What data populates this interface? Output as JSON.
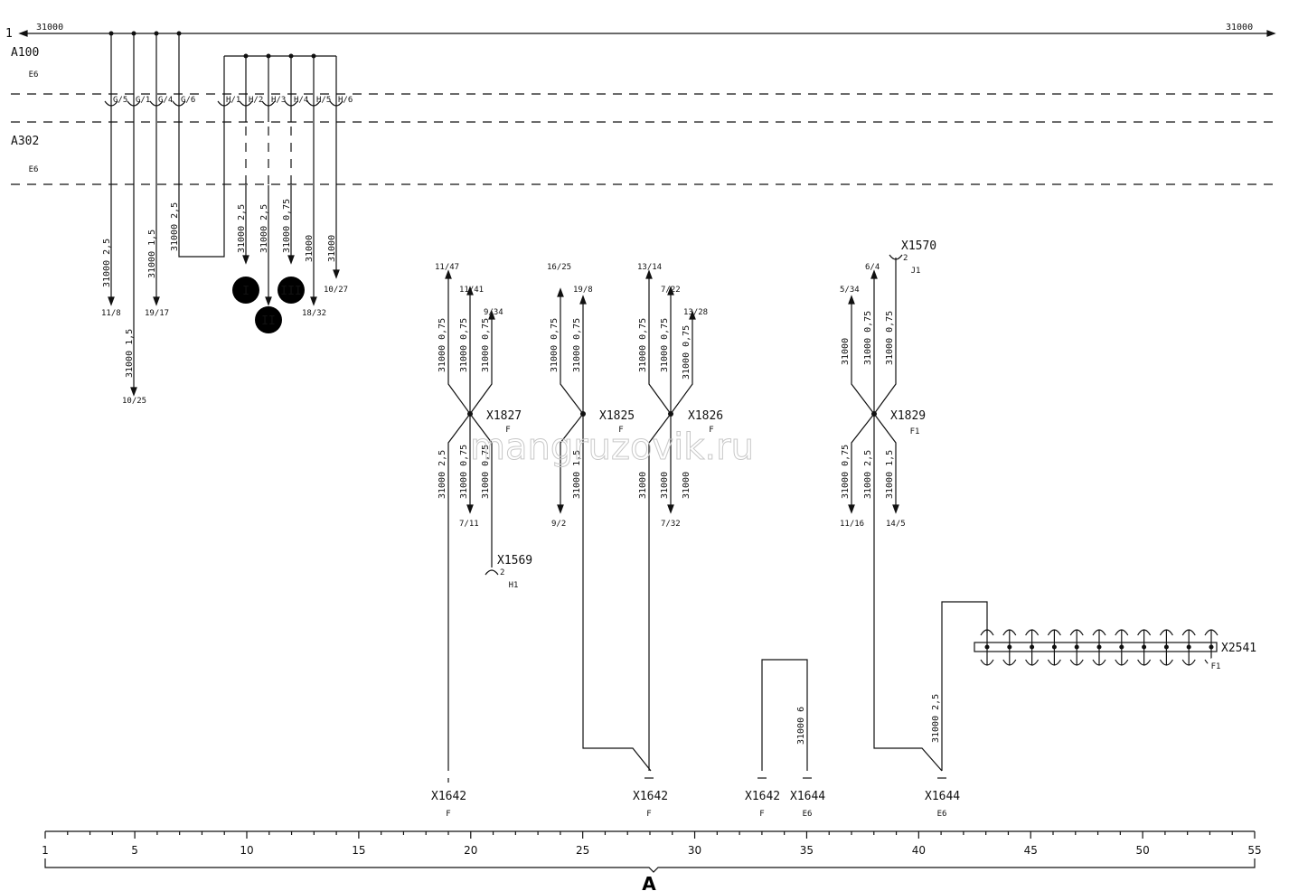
{
  "bus": {
    "left_num": "1",
    "left_label": "31000",
    "right_label": "31000"
  },
  "modules": [
    {
      "name": "A100",
      "loc": "E6"
    },
    {
      "name": "A302",
      "loc": "E6"
    }
  ],
  "pins_g": [
    "G/5",
    "G/1",
    "G/4",
    "G/6"
  ],
  "pins_h": [
    "H/1",
    "H/2",
    "H/3",
    "H/4",
    "H/5",
    "H/6"
  ],
  "wires": {
    "w1": "31000  2,5",
    "w2": "31000  1,5",
    "w3": "31000  1,5",
    "w4": "31000  2,5",
    "w5": "31000  2,5",
    "w6": "31000  2,5",
    "w7": "31000  0,75",
    "w8": "31000",
    "w9": "31000"
  },
  "refs_top": {
    "r1": "11/8",
    "r2": "10/25",
    "r3": "19/17",
    "r4": "18/32",
    "r5": "10/27"
  },
  "circles": [
    "I",
    "II",
    "III"
  ],
  "junctions": {
    "x1827": {
      "name": "X1827",
      "loc": "F",
      "top_refs": [
        "11/47",
        "11/41",
        "9/34"
      ],
      "bottom_refs": [
        "7/11"
      ],
      "top_wires": [
        "31000  0,75",
        "31000  0,75",
        "31000  0,75"
      ],
      "bottom_wires": [
        "31000  2,5",
        "31000  0,75",
        "31000  0,75"
      ]
    },
    "x1825": {
      "name": "X1825",
      "loc": "F",
      "top_refs": [
        "16/25",
        "19/8"
      ],
      "bottom_refs": [
        "9/2"
      ],
      "top_wires": [
        "31000  0,75",
        "31000  0,75"
      ],
      "bottom_wires": [
        "31000  1,5"
      ]
    },
    "x1826": {
      "name": "X1826",
      "loc": "F",
      "top_refs": [
        "13/14",
        "7/22",
        "13/28"
      ],
      "bottom_refs": [
        "7/32"
      ],
      "top_wires": [
        "31000  0,75",
        "31000  0,75",
        "31000  0,75"
      ],
      "bottom_wires": [
        "31000",
        "31000",
        "31000"
      ]
    },
    "x1829": {
      "name": "X1829",
      "loc": "F1",
      "top_refs": [
        "6/4",
        "5/34"
      ],
      "bottom_refs": [
        "11/16",
        "14/5"
      ],
      "top_wires": [
        "31000",
        "31000  0,75",
        "31000  0,75"
      ],
      "bottom_wires": [
        "31000  0,75",
        "31000  2,5",
        "31000  1,5"
      ]
    }
  },
  "connectors": {
    "x1570": {
      "name": "X1570",
      "pin": "2",
      "loc": "J1"
    },
    "x1569": {
      "name": "X1569",
      "pin": "2",
      "loc": "H1"
    },
    "x2541": {
      "name": "X2541",
      "loc": "F1"
    }
  },
  "grounds": [
    {
      "name": "X1642",
      "loc": "F"
    },
    {
      "name": "X1642",
      "loc": "F"
    },
    {
      "name": "X1642",
      "loc": "F"
    },
    {
      "name": "X1644",
      "loc": "E6"
    },
    {
      "name": "X1644",
      "loc": "E6"
    }
  ],
  "ground_wires": {
    "g1": "31000  6",
    "g2": "31000  2,5"
  },
  "watermark": "mangruzovik.ru",
  "scale": {
    "labels": [
      "1",
      "5",
      "10",
      "15",
      "20",
      "25",
      "30",
      "35",
      "40",
      "45",
      "50",
      "55"
    ],
    "section": "A"
  }
}
